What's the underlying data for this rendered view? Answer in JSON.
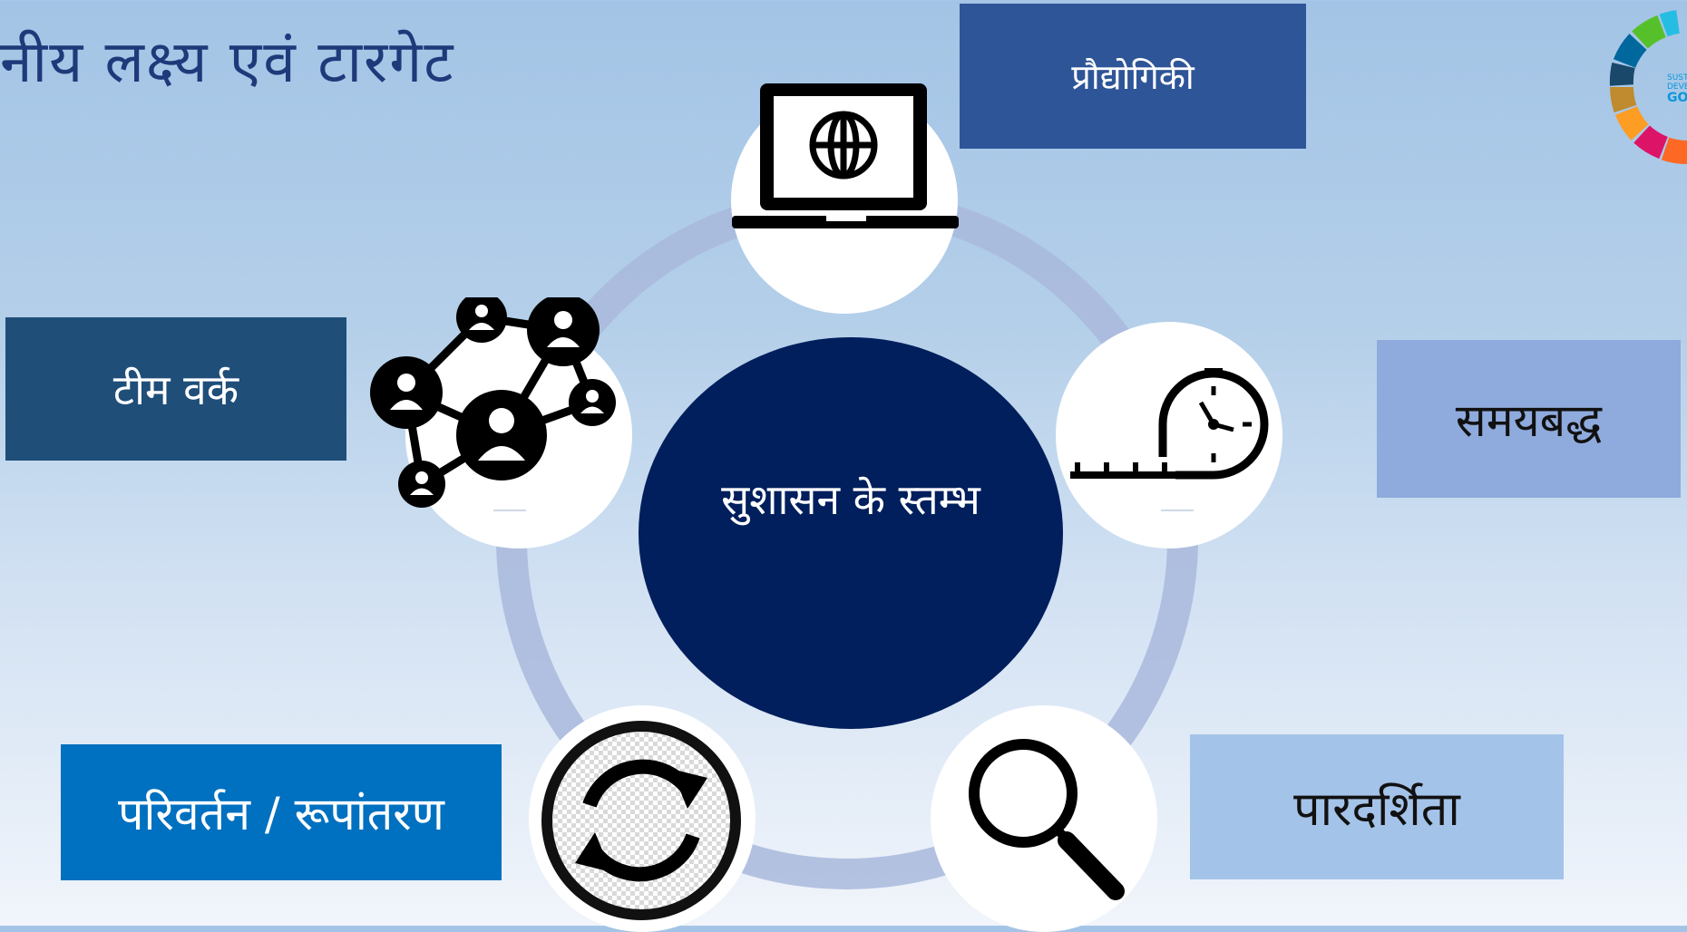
{
  "header": {
    "title": "नीय लक्ष्य एवं टारगेट"
  },
  "center": {
    "label": "सुशासन के स्तम्भ"
  },
  "pillars": {
    "technology": "प्रौद्योगिकी",
    "timebound": "समयबद्ध",
    "transparency": "पारदर्शिता",
    "transformation": "परिवर्तन / रूपांतरण",
    "teamwork": "टीम वर्क"
  },
  "logo": {
    "text_1": "SUSTAIN",
    "text_2": "DEVELOP",
    "text_3": "GOA"
  },
  "colors": {
    "technology_box": "#2e5597",
    "timebound_box": "#8faadc",
    "transparency_box": "#a4c3e8",
    "transformation_box": "#0070c0",
    "teamwork_box": "#1f4e79",
    "center_fill": "#001f5c",
    "ring": "#a9b8dc"
  }
}
